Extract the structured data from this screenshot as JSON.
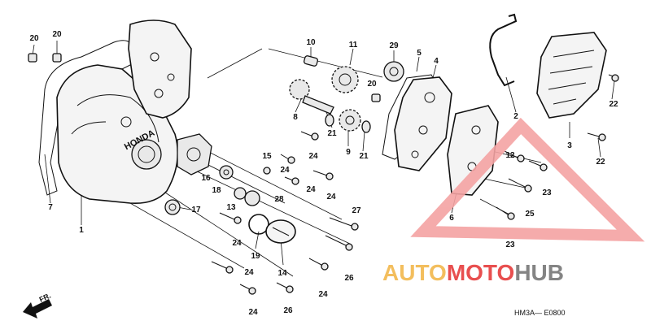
{
  "diagram": {
    "callouts": [
      {
        "id": "c20a",
        "text": "20"
      },
      {
        "id": "c20b",
        "text": "20"
      },
      {
        "id": "c10",
        "text": "10"
      },
      {
        "id": "c11",
        "text": "11"
      },
      {
        "id": "c29",
        "text": "29"
      },
      {
        "id": "c5",
        "text": "5"
      },
      {
        "id": "c4",
        "text": "4"
      },
      {
        "id": "c20c",
        "text": "20"
      },
      {
        "id": "c8",
        "text": "8"
      },
      {
        "id": "c21a",
        "text": "21"
      },
      {
        "id": "c9",
        "text": "9"
      },
      {
        "id": "c21b",
        "text": "21"
      },
      {
        "id": "c24a",
        "text": "24"
      },
      {
        "id": "c15",
        "text": "15"
      },
      {
        "id": "c24b",
        "text": "24"
      },
      {
        "id": "c16",
        "text": "16"
      },
      {
        "id": "c24c",
        "text": "24"
      },
      {
        "id": "c24d",
        "text": "24"
      },
      {
        "id": "c18",
        "text": "18"
      },
      {
        "id": "c28",
        "text": "28"
      },
      {
        "id": "c13",
        "text": "13"
      },
      {
        "id": "c17",
        "text": "17"
      },
      {
        "id": "c27",
        "text": "27"
      },
      {
        "id": "c24e",
        "text": "24"
      },
      {
        "id": "c19",
        "text": "19"
      },
      {
        "id": "c14",
        "text": "14"
      },
      {
        "id": "c26a",
        "text": "26"
      },
      {
        "id": "c24f",
        "text": "24"
      },
      {
        "id": "c24g",
        "text": "24"
      },
      {
        "id": "c26b",
        "text": "26"
      },
      {
        "id": "c24h",
        "text": "24"
      },
      {
        "id": "c7",
        "text": "7"
      },
      {
        "id": "c1",
        "text": "1"
      },
      {
        "id": "c2",
        "text": "2"
      },
      {
        "id": "c22a",
        "text": "22"
      },
      {
        "id": "c3",
        "text": "3"
      },
      {
        "id": "c22b",
        "text": "22"
      },
      {
        "id": "c12",
        "text": "12"
      },
      {
        "id": "c25",
        "text": "25"
      },
      {
        "id": "c23a",
        "text": "23"
      },
      {
        "id": "c23b",
        "text": "23"
      },
      {
        "id": "c6",
        "text": "6"
      }
    ],
    "cover_brand": "HONDA",
    "front_label": "FR.",
    "drawing_code": "HM3A— E0800"
  },
  "watermark": {
    "part1": "AUTO",
    "part2": "MOTO",
    "part3": "HUB",
    "color_auto": "#f2b74c",
    "color_moto": "#e63d3d",
    "color_hub": "#777777"
  }
}
